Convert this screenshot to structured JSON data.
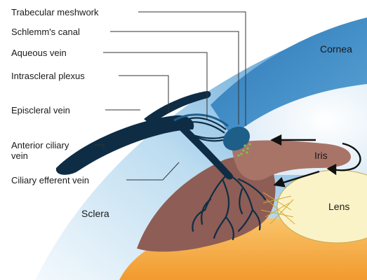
{
  "labels": {
    "trabecular_meshwork": "Trabecular meshwork",
    "schlemms_canal": "Schlemm's canal",
    "aqueous_vein": "Aqueous vein",
    "intrascleral_plexus": "Intrascleral plexus",
    "episcleral_vein": "Episcleral vein",
    "anterior_ciliary_vein_line1": "Anterior ciliary",
    "anterior_ciliary_vein_line2": "vein",
    "ciliary_efferent_vein": "Ciliary efferent vein"
  },
  "structures": {
    "cornea": "Cornea",
    "iris": "Iris",
    "lens": "Lens",
    "sclera": "Sclera"
  },
  "colors": {
    "sclera_light": "#e6f2fa",
    "sclera_blue": "#4d9ad1",
    "cornea_blue": "#2f7fc1",
    "iris_brown": "#a97468",
    "ciliary_brown": "#8a5a52",
    "lens_cream": "#fbf3c8",
    "vitreous_orange": "#f6ae3c",
    "vein_dark": "#0e2d45",
    "canal_blue": "#1e5f8a",
    "meshwork_green": "#7fc24a"
  }
}
